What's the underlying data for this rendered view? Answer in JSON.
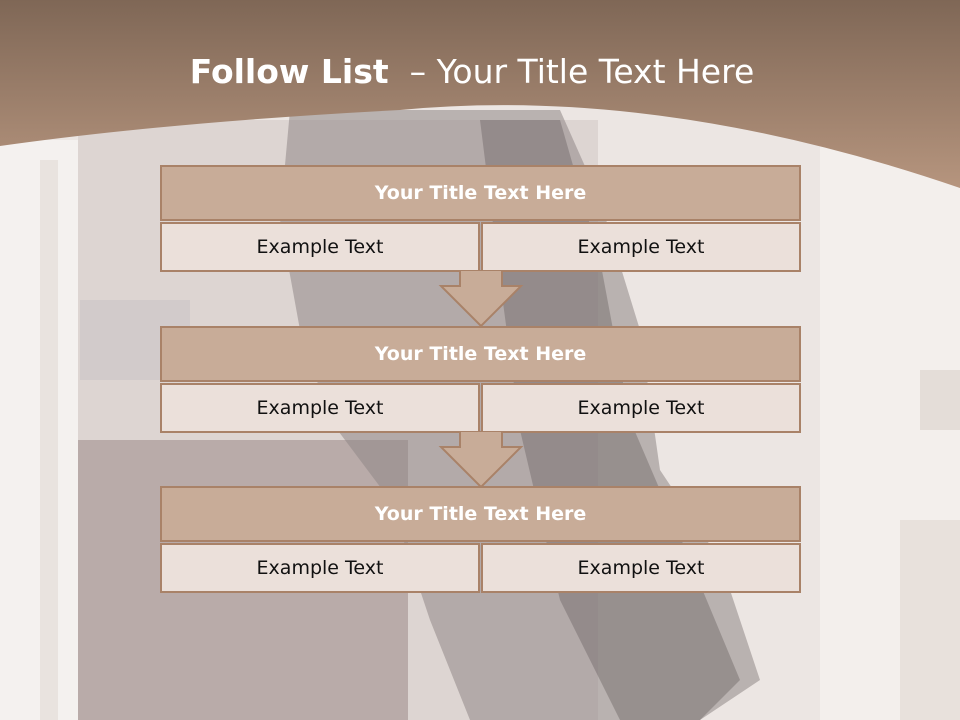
{
  "slide": {
    "title_bold": "Follow List",
    "title_rest": "– Your Title Text Here"
  },
  "colors": {
    "banner": "#a98268",
    "block_title_fill": "#c8ac98",
    "cell_fill": "#ebe0da",
    "border": "#a98268"
  },
  "blocks": [
    {
      "title": "Your Title Text Here",
      "cells": [
        "Example Text",
        "Example Text"
      ]
    },
    {
      "title": "Your Title Text Here",
      "cells": [
        "Example Text",
        "Example Text"
      ]
    },
    {
      "title": "Your Title Text Here",
      "cells": [
        "Example Text",
        "Example Text"
      ]
    }
  ]
}
